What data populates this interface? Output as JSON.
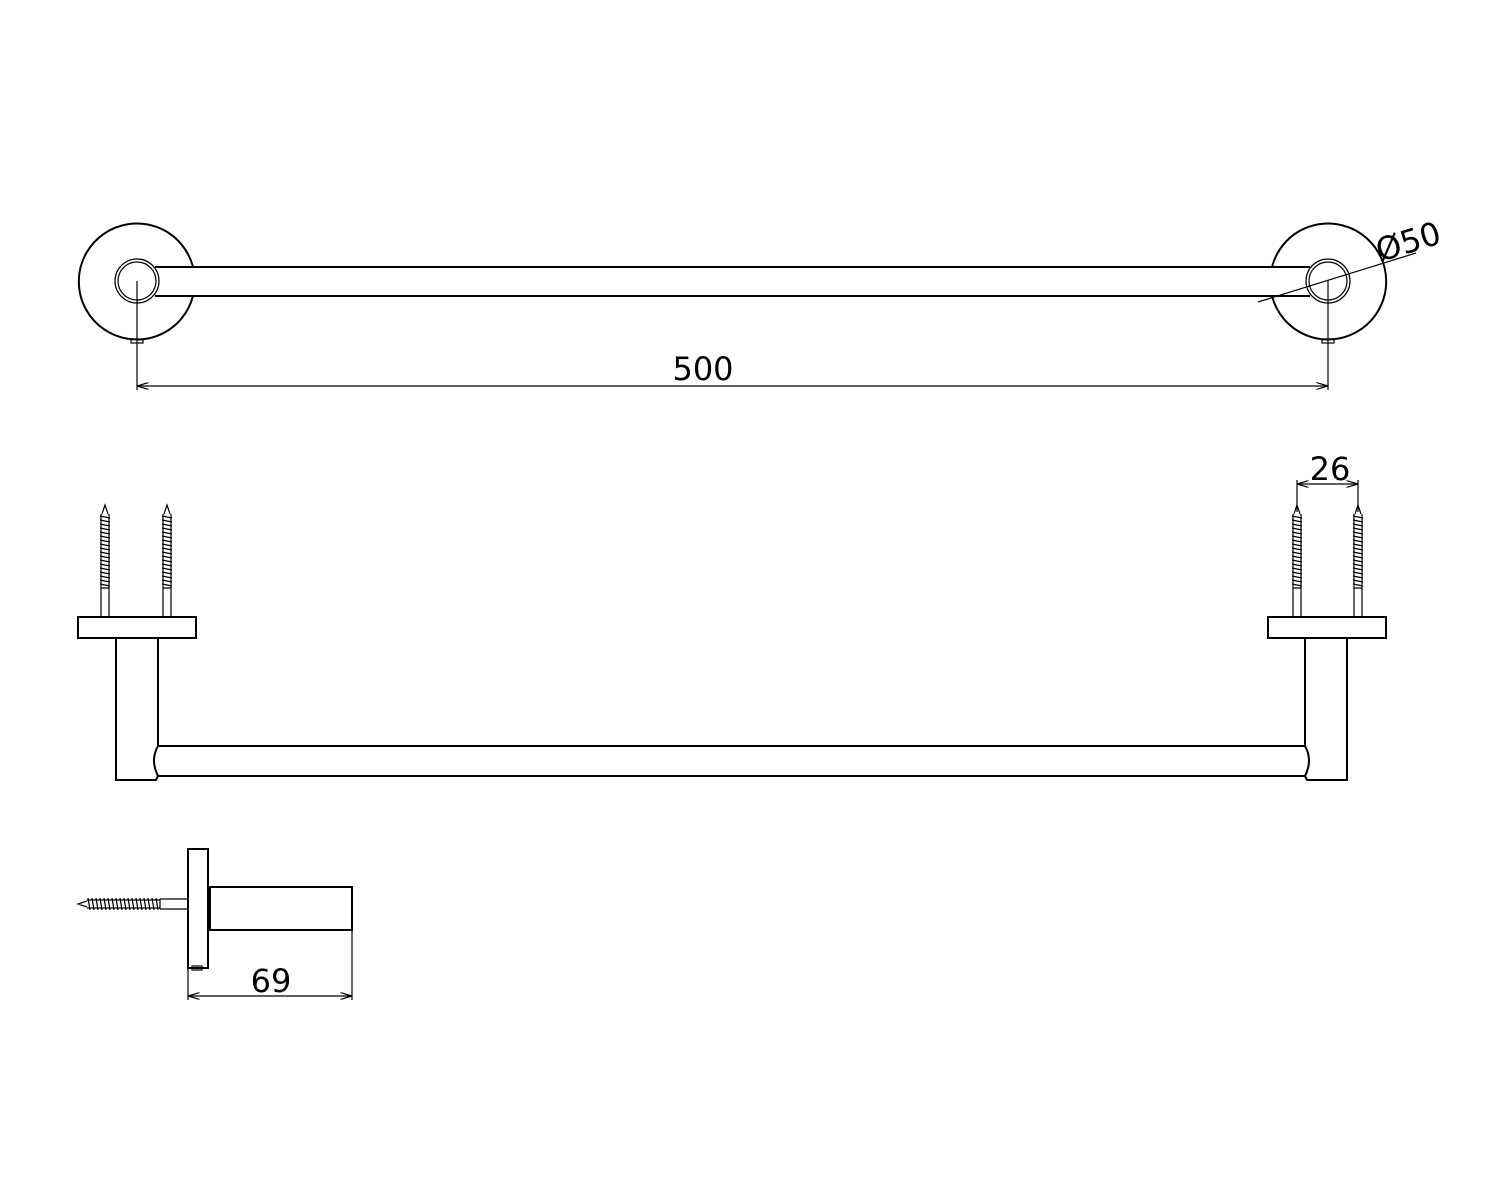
{
  "drawing": {
    "top_view": {
      "length_label": "500",
      "diameter_label": "Ø50"
    },
    "front_view": {
      "screw_spacing_label": "26"
    },
    "side_view": {
      "projection_label": "69"
    },
    "line_color": "#000000",
    "background": "#ffffff"
  }
}
